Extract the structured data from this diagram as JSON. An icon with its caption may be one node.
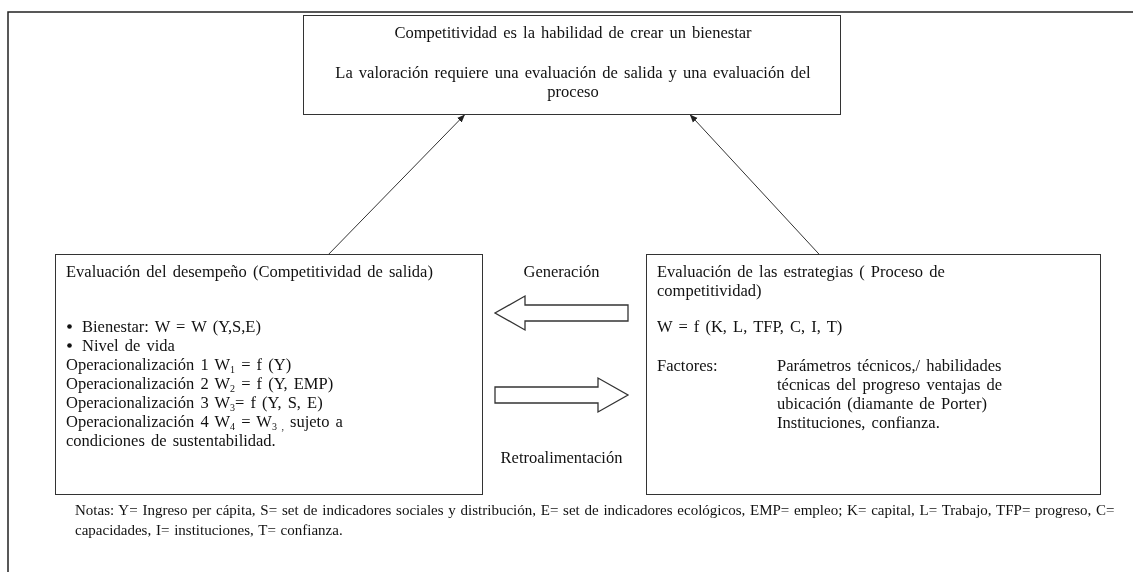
{
  "diagram": {
    "nodes": [
      {
        "text": [
          "Competitividad es la habilidad de crear un bienestar",
          "La valoración requiere una evaluación de salida y una evaluación del proceso"
        ]
      },
      {
        "text": [
          "Evaluación del desempeño (Competitividad de salida)",
          "Bienestar: W = W (Y,S,E)",
          "Nivel de vida",
          "Operacionalización 1  W$_{1}$ = f (Y)",
          "Operacionalización 2  W$_{2}$ = f (Y, EMP)",
          "Operacionalización 3  W$_{3}$= f (Y, S, E)",
          "Operacionalización 4  W$_{4}$ = W$_{3 ,}$ sujeto a condiciones de sustentabilidad."
        ]
      },
      {
        "text": [
          "Evaluación de las estrategias ( Proceso de competitividad)",
          "W  =  f (K, L, TFP, C, I, T)",
          "Factores:",
          "Parámetros técnicos,/ habilidades técnicas del progreso ventajas de ubicación (diamante de Porter) Instituciones, confianza."
        ]
      }
    ],
    "edges": [
      {
        "from": 1,
        "to": 0,
        "arrow": "to"
      },
      {
        "from": 2,
        "to": 0,
        "arrow": "to"
      },
      {
        "from": 2,
        "to": 1,
        "arrow": "to",
        "label": "Generación",
        "style": "thick"
      },
      {
        "from": 1,
        "to": 2,
        "arrow": "to",
        "label": "Retroalimentación",
        "style": "thick"
      }
    ],
    "labels": [
      "Notas:  Y= Ingreso per cápita,  S= set de indicadores sociales y distribución, E=  set de indicadores ecológicos,  EMP= empleo; K= capital, L= Trabajo, TFP= progreso, C= capacidades, I= instituciones, T= confianza."
    ]
  }
}
